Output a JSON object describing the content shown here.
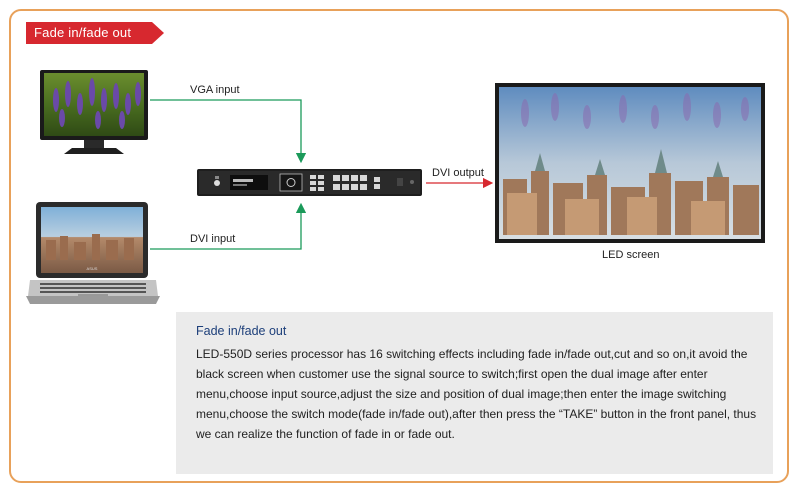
{
  "header": {
    "title": "Fade in/fade out"
  },
  "diagram": {
    "vga_label": "VGA input",
    "dvi_in_label": "DVI input",
    "dvi_out_label": "DVI output",
    "led_label": "LED screen",
    "laptop_brand": "ASUS"
  },
  "description": {
    "title": "Fade in/fade out",
    "body": "LED-550D series processor has 16 switching effects including fade in/fade out,cut and so on,it avoid the black screen when customer use the signal source to switch;first open the dual image after enter menu,choose input source,adjust the size and position of dual image;then enter the image switching menu,choose the switch mode(fade in/fade out),after then press the “TAKE” button in the front panel, thus we can realize the function of fade in or fade out."
  },
  "colors": {
    "frame": "#e8a15a",
    "title_bg": "#d7282f",
    "input_arrow": "#1b9a5a",
    "output_arrow": "#d7282f"
  }
}
